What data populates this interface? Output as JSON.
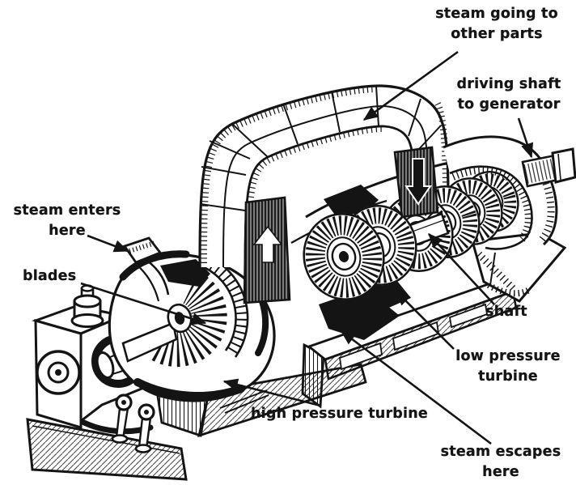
{
  "figure": {
    "subject": "cutaway steam turbine illustration",
    "style": "vintage line engraving",
    "background_color": "#ffffff",
    "ink_color": "#141414"
  },
  "labels": {
    "steam_going": {
      "lines": [
        "steam going to",
        "other parts"
      ]
    },
    "driving_shaft": {
      "lines": [
        "driving shaft",
        "to generator"
      ]
    },
    "steam_enters": {
      "lines": [
        "steam enters",
        "here"
      ]
    },
    "blades": {
      "lines": [
        "blades"
      ]
    },
    "shaft": {
      "lines": [
        "shaft"
      ]
    },
    "low_pressure": {
      "lines": [
        "low pressure",
        "turbine"
      ]
    },
    "high_pressure": {
      "lines": [
        "high pressure turbine"
      ]
    },
    "steam_escapes": {
      "lines": [
        "steam escapes",
        "here"
      ]
    }
  },
  "icons": {
    "up_arrow": "steam-flow-up-arrow",
    "down_arrow": "steam-flow-down-arrow",
    "leader_arrowhead": "arrowhead"
  }
}
